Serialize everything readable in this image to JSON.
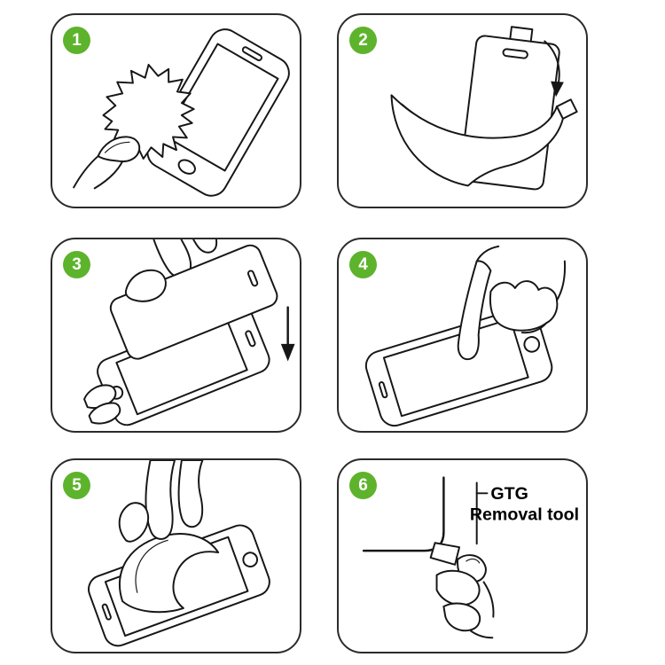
{
  "colors": {
    "badge_green": "#5eb32c",
    "line_art": "#161616",
    "background": "#ffffff"
  },
  "steps": [
    {
      "number": "1",
      "illustration": "wipe-screen-with-cloth"
    },
    {
      "number": "2",
      "illustration": "peel-protective-film-from-glass"
    },
    {
      "number": "3",
      "illustration": "align-glass-over-phone"
    },
    {
      "number": "4",
      "illustration": "press-center-of-screen"
    },
    {
      "number": "5",
      "illustration": "smooth-film-onto-screen"
    },
    {
      "number": "6",
      "illustration": "use-removal-tool",
      "label_line1": "GTG",
      "label_line2": "Removal tool"
    }
  ]
}
